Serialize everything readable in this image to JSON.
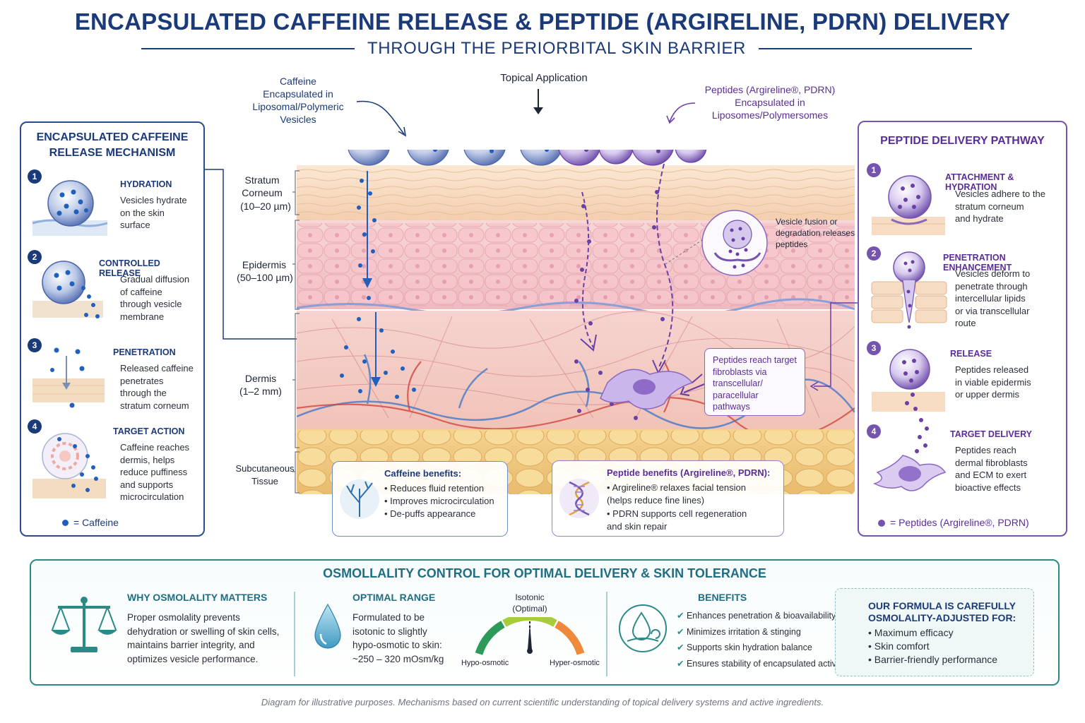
{
  "title": "ENCAPSULATED CAFFEINE RELEASE & PEPTIDE (ARGIRELINE, PDRN) DELIVERY",
  "subtitle": "THROUGH THE PERIORBITAL SKIN BARRIER",
  "top_labels": {
    "caffeine_vesicles": "Caffeine\nEncapsulated in\nLiposomal/Polymeric\nVesicles",
    "topical": "Topical Application",
    "peptide_vesicles": "Peptides (Argireline®, PDRN)\nEncapsulated in\nLiposomes/Polymersomes"
  },
  "left_panel": {
    "title": "ENCAPSULATED CAFFEINE\nRELEASE MECHANISM",
    "steps": [
      {
        "num": "1",
        "head": "HYDRATION",
        "text": "Vesicles hydrate\non the skin\nsurface"
      },
      {
        "num": "2",
        "head": "CONTROLLED RELEASE",
        "text": "Gradual diffusion\nof caffeine\nthrough vesicle\nmembrane"
      },
      {
        "num": "3",
        "head": "PENETRATION",
        "text": "Released caffeine\npenetrates\nthrough the\nstratum corneum"
      },
      {
        "num": "4",
        "head": "TARGET ACTION",
        "text": "Caffeine reaches\ndermis, helps\nreduce puffiness\nand supports\nmicrocirculation"
      }
    ],
    "legend": "= Caffeine"
  },
  "right_panel": {
    "title": "PEPTIDE DELIVERY PATHWAY",
    "steps": [
      {
        "num": "1",
        "head": "ATTACHMENT & HYDRATION",
        "text": "Vesicles adhere to the\nstratum corneum\nand hydrate"
      },
      {
        "num": "2",
        "head": "PENETRATION ENHANCEMENT",
        "text": "Vesicles deform to\npenetrate through\nintercellular lipids\nor via transcellular\nroute"
      },
      {
        "num": "3",
        "head": "RELEASE",
        "text": "Peptides released\nin viable epidermis\nor upper dermis"
      },
      {
        "num": "4",
        "head": "TARGET DELIVERY",
        "text": "Peptides reach\ndermal fibroblasts\nand ECM to exert\nbioactive effects"
      }
    ],
    "legend": "= Peptides (Argireline®, PDRN)"
  },
  "layers": {
    "stratum_corneum": "Stratum\nCorneum",
    "stratum_corneum_size": "(10–20 µm)",
    "epidermis": "Epidermis",
    "epidermis_size": "(50–100 µm)",
    "dermis": "Dermis",
    "dermis_size": "(1–2 mm)",
    "subcutaneous": "Subcutaneous\nTissue"
  },
  "callouts": {
    "fusion": "Vesicle fusion or\ndegradation releases\npeptides",
    "fibroblast": "Peptides reach target\nfibroblasts via\ntranscellular/\nparacellular\npathways"
  },
  "caffeine_benefits": {
    "title": "Caffeine benefits:",
    "items": [
      "Reduces fluid retention",
      "Improves microcirculation",
      "De-puffs appearance"
    ]
  },
  "peptide_benefits": {
    "title": "Peptide benefits (Argireline®, PDRN):",
    "items": [
      "Argireline® relaxes facial tension\n(helps reduce fine lines)",
      "PDRN supports cell regeneration\nand skin repair"
    ]
  },
  "osmolality": {
    "title": "OSMOLLALITY CONTROL FOR OPTIMAL DELIVERY & SKIN TOLERANCE",
    "why_head": "WHY OSMOLALITY MATTERS",
    "why_text": "Proper osmolality prevents\ndehydration or swelling of skin cells,\nmaintains barrier integrity, and\noptimizes vesicle performance.",
    "range_head": "OPTIMAL RANGE",
    "range_text": "Formulated to be\nisotonic to slightly\nhypo-osmotic to skin:\n~250 – 320 mOsm/kg",
    "gauge_top": "Isotonic\n(Optimal)",
    "gauge_left": "Hypo-osmotic",
    "gauge_right": "Hyper-osmotic",
    "benefits_head": "BENEFITS",
    "benefits": [
      "Enhances penetration & bioavailability",
      "Minimizes irritation & stinging",
      "Supports skin hydration balance",
      "Ensures stability of encapsulated actives"
    ],
    "formula_head": "OUR FORMULA IS CAREFULLY\nOSMOLALITY-ADJUSTED FOR:",
    "formula_items": [
      "Maximum efficacy",
      "Skin comfort",
      "Barrier-friendly performance"
    ]
  },
  "footer": "Diagram for illustrative purposes. Mechanisms based on current scientific understanding of topical delivery systems and active ingredients.",
  "colors": {
    "navy": "#1b3a7a",
    "caffeine_blue": "#1e5fbf",
    "peptide_purple": "#6a3fa6",
    "teal": "#2b8a86"
  }
}
